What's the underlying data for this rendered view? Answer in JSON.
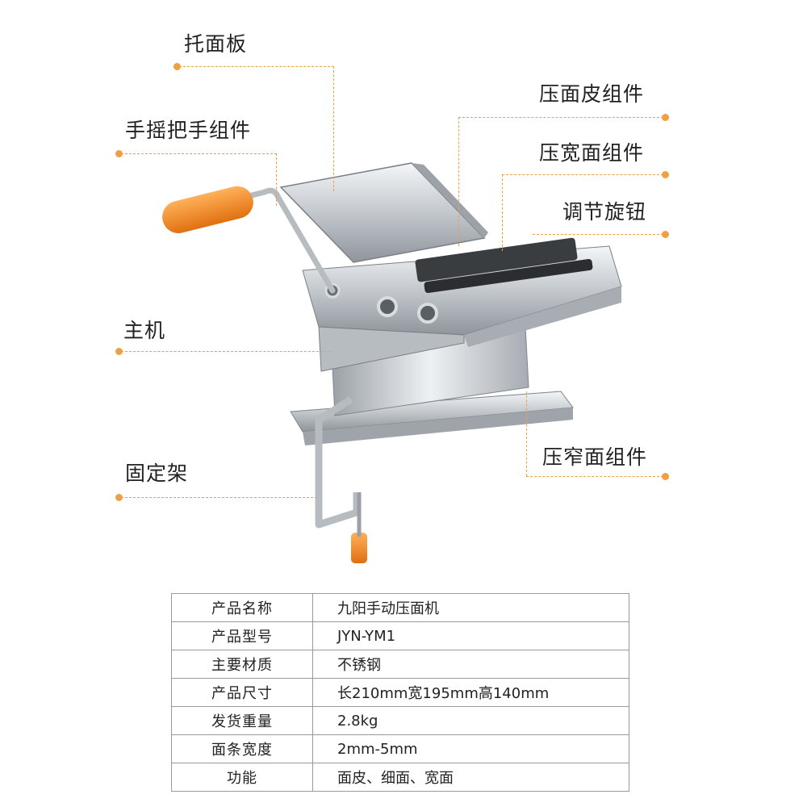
{
  "callouts": {
    "tray": "托面板",
    "crank": "手摇把手组件",
    "main_unit": "主机",
    "clamp": "固定架",
    "sheet_roller": "压面皮组件",
    "wide_cutter": "压宽面组件",
    "knob": "调节旋钮",
    "narrow_cutter": "压窄面组件"
  },
  "specs": [
    {
      "key": "产品名称",
      "value": "九阳手动压面机"
    },
    {
      "key": "产品型号",
      "value": "JYN-YM1"
    },
    {
      "key": "主要材质",
      "value": "不锈钢"
    },
    {
      "key": "产品尺寸",
      "value": "长210mm宽195mm高140mm"
    },
    {
      "key": "发货重量",
      "value": "2.8kg"
    },
    {
      "key": "面条宽度",
      "value": "2mm-5mm"
    },
    {
      "key": "功能",
      "value": "面皮、细面、宽面"
    }
  ],
  "colors": {
    "accent": "#f0a040",
    "handle": "#f08a1c",
    "steel": "#c8cdd2"
  }
}
